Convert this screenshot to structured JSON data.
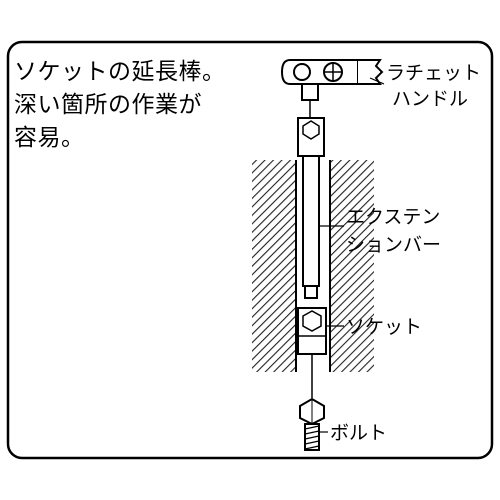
{
  "description": {
    "lines": [
      "ソケットの延長棒。",
      "深い箇所の作業が",
      "容易。"
    ]
  },
  "labels": {
    "ratchet": [
      "ラチェット",
      "ハンドル"
    ],
    "extension": [
      "エクステン",
      "ションバー"
    ],
    "socket": "ソケット",
    "bolt": "ボルト"
  }
}
